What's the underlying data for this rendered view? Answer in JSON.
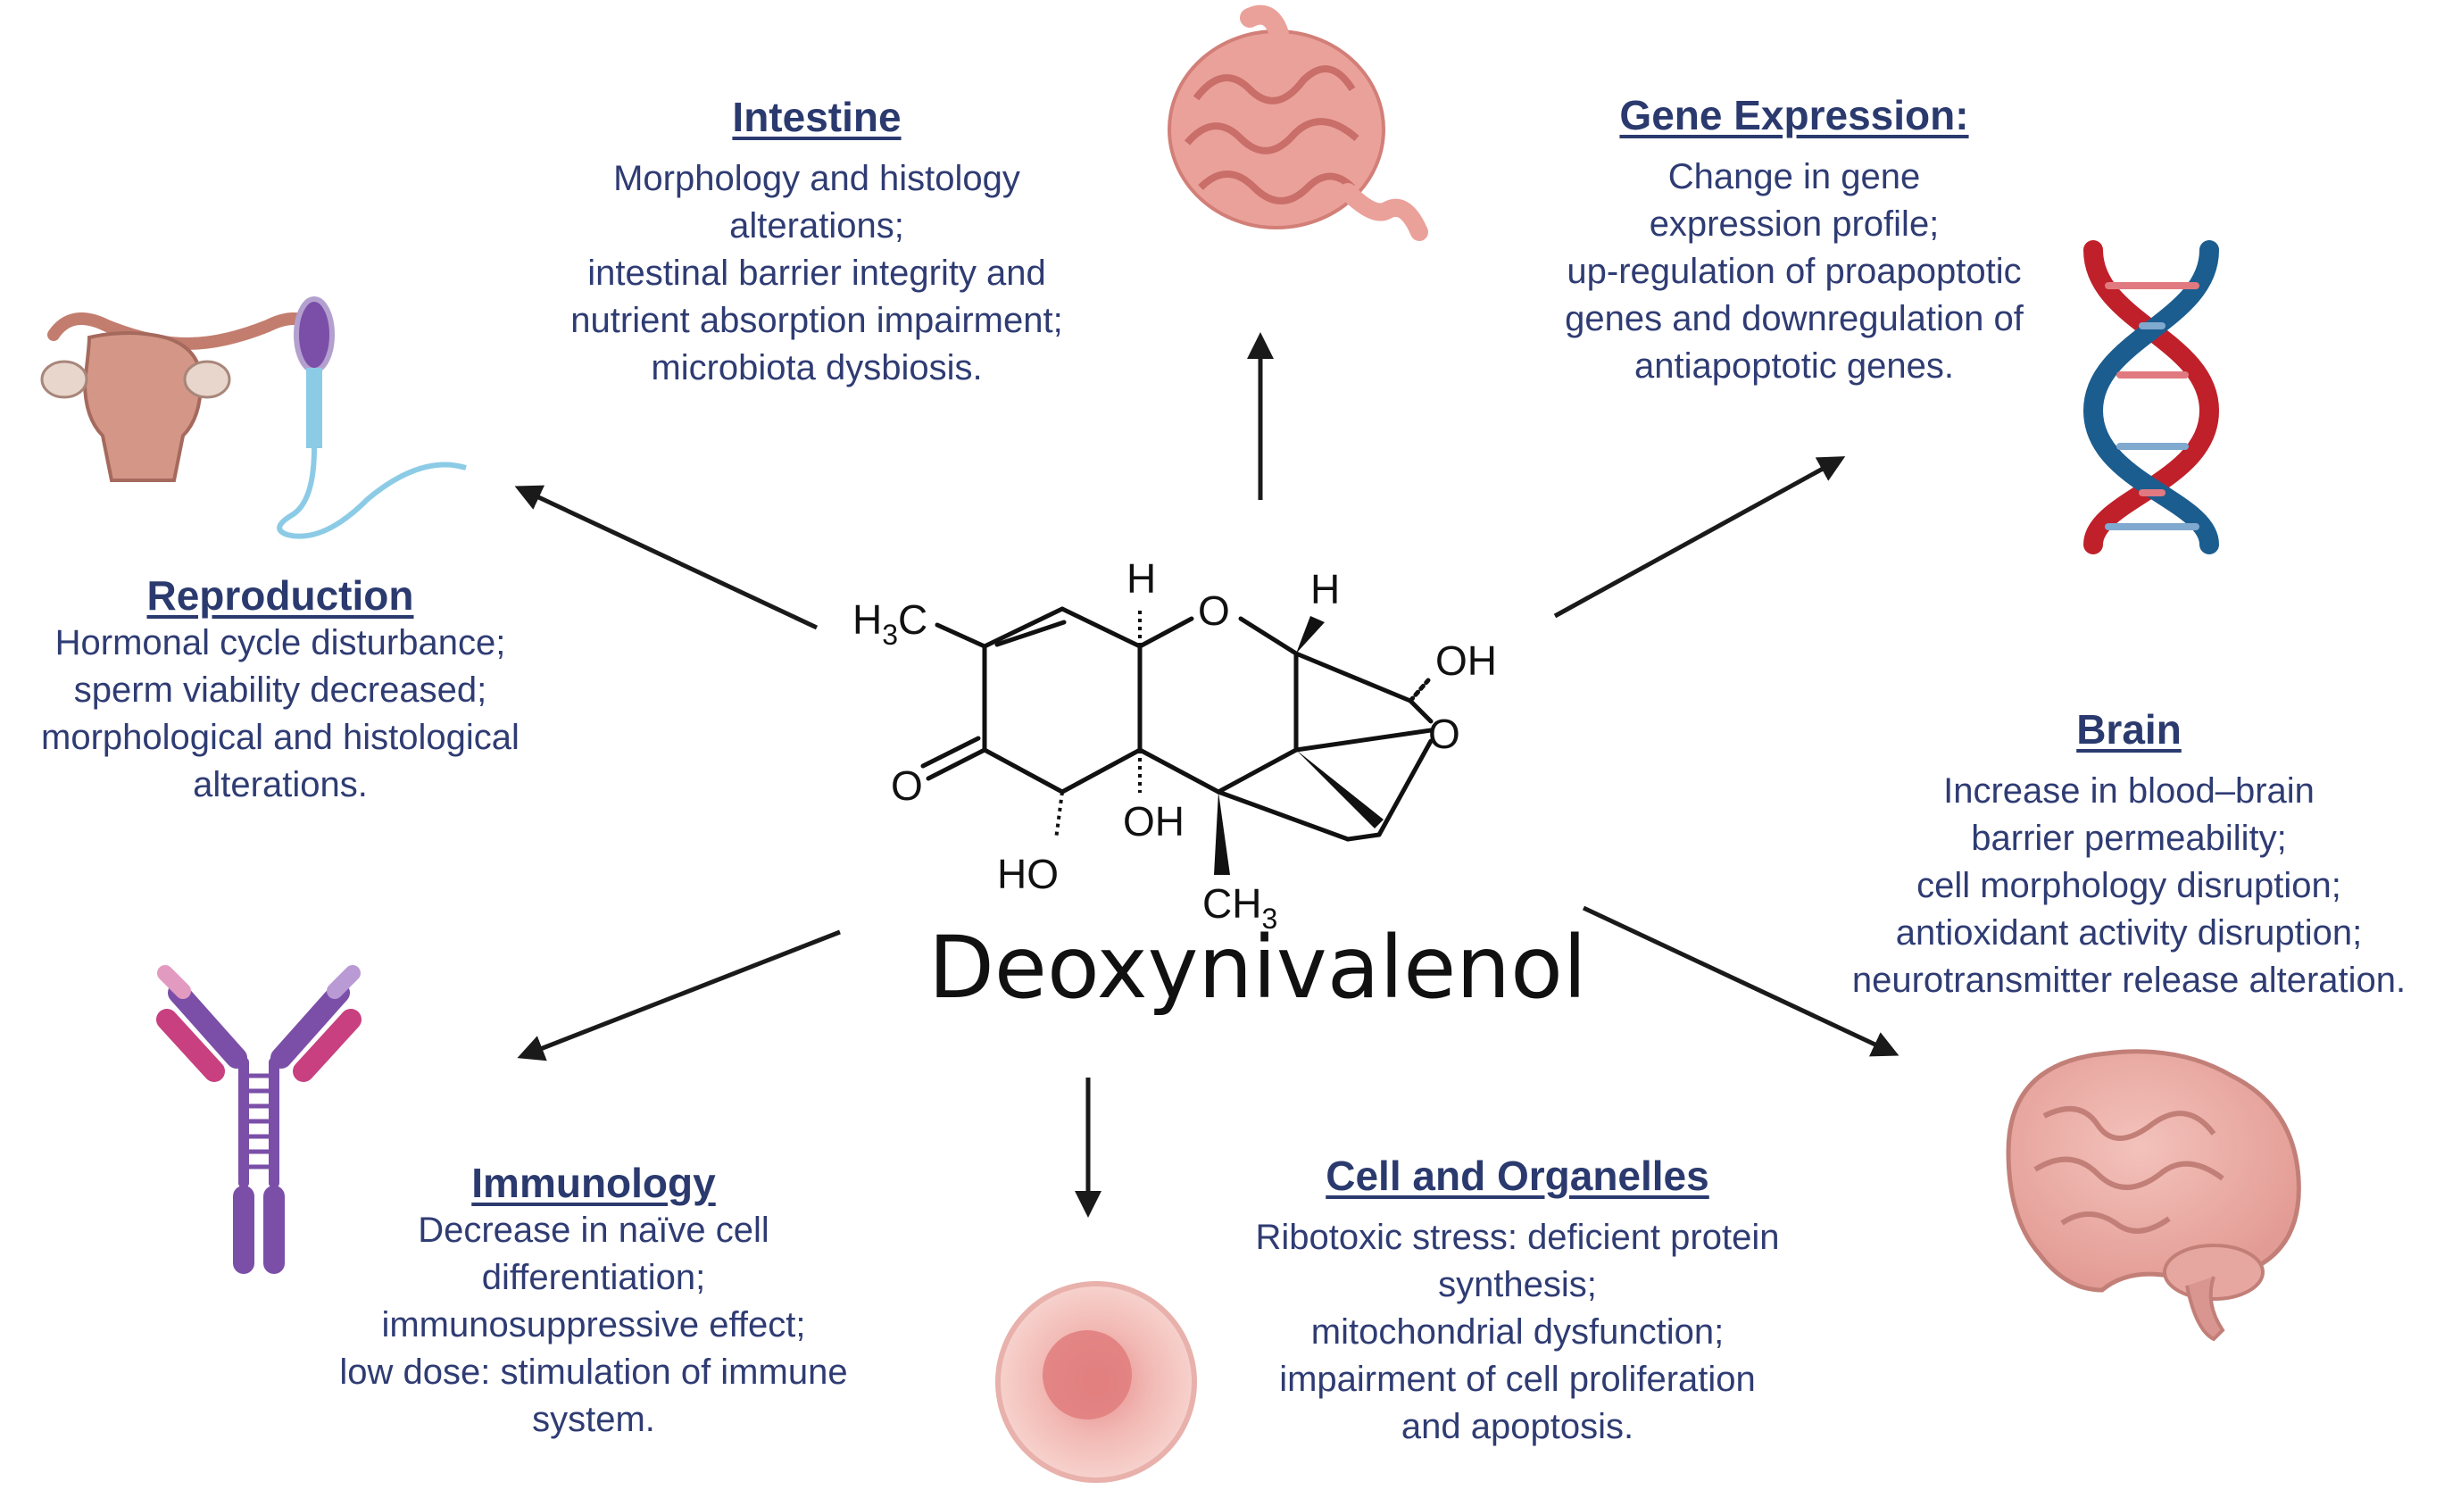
{
  "compound": {
    "name": "Deoxynivalenol",
    "atoms": {
      "h3c": "H",
      "h3c_sub": "3",
      "h3c_c": "C",
      "h_top_left": "H",
      "o_ring": "O",
      "h_top_right": "H",
      "oh_right": "OH",
      "o_epoxide": "O",
      "o_ketone": "O",
      "oh_middle": "OH",
      "ho_bottom": "HO",
      "ch3_c": "CH",
      "ch3_sub": "3"
    }
  },
  "sections": {
    "intestine": {
      "title": "Intestine",
      "lines": [
        "Morphology and histology",
        "alterations;",
        "intestinal barrier integrity and",
        "nutrient absorption impairment;",
        "microbiota dysbiosis."
      ]
    },
    "gene_expression": {
      "title": "Gene Expression:",
      "lines": [
        "Change in gene",
        "expression profile;",
        "up-regulation of proapoptotic",
        "genes and downregulation of",
        "antiapoptotic genes."
      ]
    },
    "reproduction": {
      "title": "Reproduction",
      "lines": [
        "Hormonal cycle disturbance;",
        "sperm viability decreased;",
        "morphological and histological",
        "alterations."
      ]
    },
    "brain": {
      "title": "Brain",
      "lines": [
        "Increase in blood–brain",
        "barrier permeability;",
        "cell morphology disruption;",
        "antioxidant activity disruption;",
        "neurotransmitter release alteration."
      ]
    },
    "immunology": {
      "title": "Immunology",
      "lines": [
        "Decrease in naïve cell",
        "differentiation;",
        "immunosuppressive effect;",
        "low dose: stimulation of immune",
        "system."
      ]
    },
    "cell_organelles": {
      "title": "Cell and Organelles",
      "lines": [
        "Ribotoxic stress: deficient protein",
        "synthesis;",
        "mitochondrial dysfunction;",
        "impairment of cell proliferation",
        "and apoptosis."
      ]
    }
  },
  "icons": [
    "intestine-icon",
    "dna-icon",
    "uterus-icon",
    "sperm-icon",
    "brain-icon",
    "antibody-icon",
    "cell-icon"
  ],
  "colors": {
    "text": "#2f3c73",
    "arrow": "#1a1a1a",
    "organ_pink": "#e8a09a",
    "dna_red": "#c0202a",
    "dna_blue": "#1c5d8f",
    "antibody_purple": "#7b4fa8",
    "antibody_magenta": "#c8407f"
  }
}
